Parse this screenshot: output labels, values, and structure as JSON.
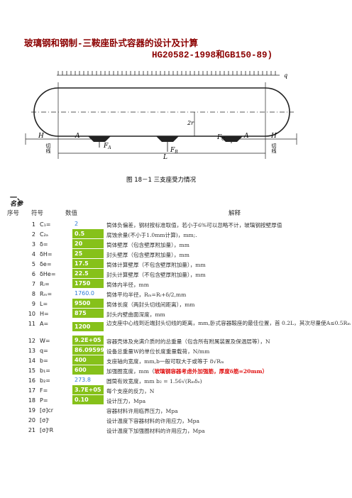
{
  "title": {
    "line1": "玻璃钢和钢制-三鞍座卧式容器的设计及计算",
    "line2": "HG20582-1998和GB150-89)"
  },
  "figure": {
    "labels": {
      "q": "q",
      "two_r": "2r",
      "H_left": "H",
      "A_left": "A",
      "FA": "F",
      "FB": "F",
      "FC": "F",
      "A_right": "A",
      "H_right": "H",
      "L": "L",
      "sub_A": "A",
      "sub_B": "B",
      "sub_C": "C",
      "tangent_left": "切线",
      "tangent_right": "切线"
    },
    "caption": "图 18－1    三支座受力情况"
  },
  "section": {
    "number": "一、",
    "name": "名参"
  },
  "header": {
    "no": "序号",
    "symbol": "符号",
    "value": "数值",
    "note": "解释"
  },
  "colors": {
    "green_cell": "#86c11a",
    "blue_value": "#2e7bd6",
    "red_note": "#e01010",
    "title": "#8b0000"
  },
  "rows": [
    {
      "no": "1",
      "sym": "C₁=",
      "val": "2",
      "style": "blue",
      "desc": "筒体负偏差，钢材按标准取值，若小于6%可以忽略不计，玻璃钢按壁厚值"
    },
    {
      "no": "2",
      "sym": "C₂ₐ",
      "val": "0.5",
      "style": "green",
      "desc": "腐蚀余量(不小于1.0mm计算)，mm;."
    },
    {
      "no": "3",
      "sym": "δ=",
      "val": "20",
      "style": "green",
      "desc": "筒体壁厚（包含壁厚附加量），mm"
    },
    {
      "no": "4",
      "sym": "δH=",
      "val": "25",
      "style": "green",
      "desc": "封头壁厚（包含壁厚附加量），mm"
    },
    {
      "no": "5",
      "sym": "δe=",
      "val": "17.5",
      "style": "green",
      "desc": "筒体计算壁厚（不包含壁厚附加量），mm"
    },
    {
      "no": "6",
      "sym": "δHe=",
      "val": "22.5",
      "style": "green",
      "desc": "封头计算壁厚（不包含壁厚附加量），mm"
    },
    {
      "no": "7",
      "sym": "Rᵢ=",
      "val": "1750",
      "style": "green",
      "desc": "筒体内半径，mm"
    },
    {
      "no": "8",
      "sym": "Rₘ=",
      "val": "1760.0",
      "style": "blue",
      "desc": "筒体平均半径，Rₘ=Rᵢ+δ/2,mm"
    },
    {
      "no": "9",
      "sym": "L=",
      "val": "9500",
      "style": "green",
      "desc": "筒体长度（两封头切线间距离），mm"
    },
    {
      "no": "10",
      "sym": "H=",
      "val": "875",
      "style": "green",
      "desc": "封头内壁曲面深度，mm"
    },
    {
      "no": "11",
      "sym": "A=",
      "val": "1200",
      "style": "green",
      "tall": true,
      "desc": "边支座中心线到近端封头切线的距离，mm,卧式容器鞍座的最佳位置，首 0.2L，其次尽量使A≤0.5Rₘ"
    },
    {
      "no": "12",
      "sym": "W=",
      "val": "9.2E+05",
      "style": "green",
      "desc": "容器壳体及充满介质时的总重量（包含所有附属装置及保温层等），N"
    },
    {
      "no": "13",
      "sym": "q=",
      "val": "86.09599",
      "style": "green",
      "desc": "设备总重量W的单位长度重量载荷，N/mm"
    },
    {
      "no": "14",
      "sym": "b=",
      "val": "400",
      "style": "green",
      "desc": "支座轴向宽度，mm,b一般可取大于或等于    8√Rₘ"
    },
    {
      "no": "15",
      "sym": "b₁=",
      "val": "600",
      "style": "green",
      "desc": "加强圈宽度，mm（",
      "red": "玻璃钢容器考虑外加强筋，厚度δ筋=20mm）"
    },
    {
      "no": "16",
      "sym": "b₂=",
      "val": "273.8",
      "style": "blue",
      "desc": "圆筒有效宽度，mm      b₂ = 1.56√(Rₘδₑ)"
    },
    {
      "no": "17",
      "sym": "F=",
      "val": "3.7E+05",
      "style": "green",
      "desc": "每个支座的反力，N"
    },
    {
      "no": "18",
      "sym": "P=",
      "val": "0.10",
      "style": "green",
      "desc": "设计压力，Mpa"
    },
    {
      "no": "19",
      "sym": "[σ]cr",
      "val": "",
      "style": "none",
      "desc": "容器材料许用临界压力，Mpa"
    },
    {
      "no": "20",
      "sym": "[σ]ᵗ",
      "val": "",
      "style": "none",
      "desc": "设计温度下容器材料的许用应力，Mpa"
    },
    {
      "no": "21",
      "sym": "[σ]ᵗR",
      "val": "",
      "style": "none",
      "desc": "设计温度下加强圈材料的许用应力，Mpa"
    }
  ]
}
